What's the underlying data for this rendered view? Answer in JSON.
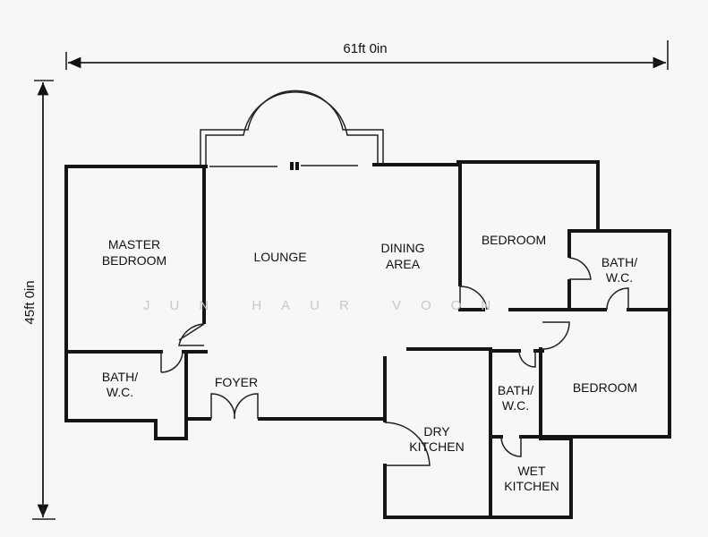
{
  "dimensions": {
    "width_label": "61ft 0in",
    "height_label": "45ft 0in"
  },
  "rooms": {
    "master_bedroom": [
      "MASTER",
      "BEDROOM"
    ],
    "lounge": "LOUNGE",
    "dining_area": [
      "DINING",
      "AREA"
    ],
    "bedroom_1": "BEDROOM",
    "bath_1": [
      "BATH/",
      "W.C."
    ],
    "bath_2": [
      "BATH/",
      "W.C."
    ],
    "foyer": "FOYER",
    "bath_3": [
      "BATH/",
      "W.C."
    ],
    "bedroom_2": "BEDROOM",
    "dry_kitchen": [
      "DRY",
      "KITCHEN"
    ],
    "wet_kitchen": [
      "WET",
      "KITCHEN"
    ]
  },
  "watermark": "JUN HAUR VOON"
}
